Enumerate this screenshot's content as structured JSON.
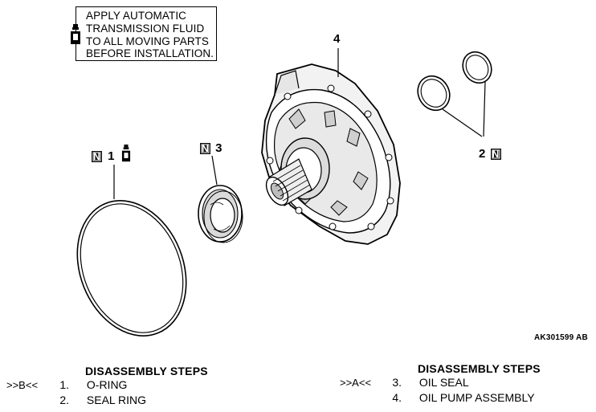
{
  "note": {
    "lines": [
      "APPLY AUTOMATIC",
      "TRANSMISSION FLUID",
      "TO ALL MOVING PARTS",
      "BEFORE INSTALLATION."
    ],
    "icon": "fluid-bottle-icon"
  },
  "callouts": {
    "part1": "1",
    "part2": "2",
    "part3": "3",
    "part4": "4",
    "new_part_mark": "N"
  },
  "figure_id": "AK301599 AB",
  "left_steps": {
    "title": "DISASSEMBLY STEPS",
    "ref": ">>B<<",
    "items": [
      {
        "num": "1.",
        "label": "O-RING"
      },
      {
        "num": "2.",
        "label": "SEAL RING"
      }
    ]
  },
  "right_steps": {
    "title": "DISASSEMBLY STEPS",
    "ref": ">>A<<",
    "items": [
      {
        "num": "3.",
        "label": "OIL SEAL"
      },
      {
        "num": "4.",
        "label": "OIL PUMP ASSEMBLY"
      }
    ]
  }
}
